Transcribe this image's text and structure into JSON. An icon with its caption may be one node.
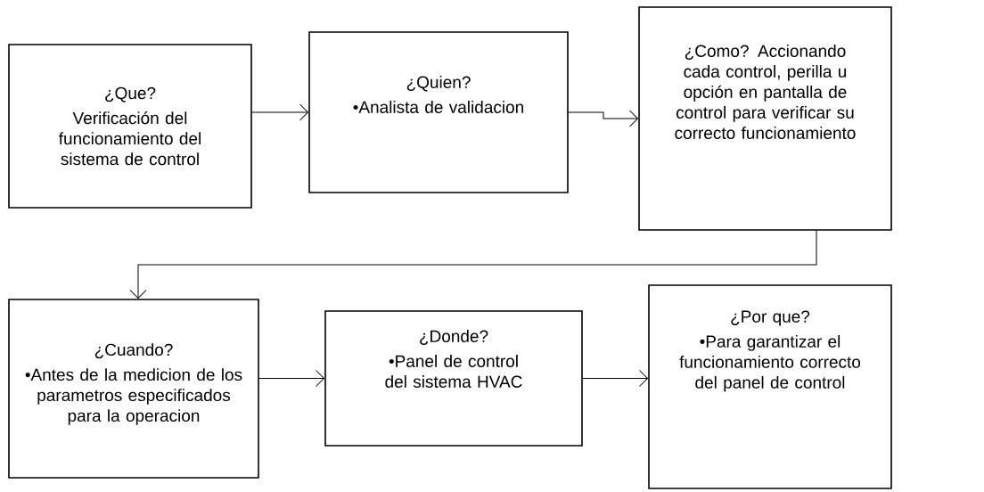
{
  "diagram": {
    "nodes": [
      {
        "text": [
          "¿Que?",
          "Verificación del funcionamiento del sistema de control"
        ]
      },
      {
        "text": [
          "¿Quien?",
          "•Analista de validacion"
        ]
      },
      {
        "text": [
          "¿Como? Accionando cada control, perilla u opción en pantalla de control para verificar su correcto funcionamiento"
        ]
      },
      {
        "text": [
          "¿Cuando?",
          "•Antes de la medicion de los parametros especificados para la operacion"
        ]
      },
      {
        "text": [
          "¿Donde?",
          "•Panel de control del sistema HVAC"
        ]
      },
      {
        "text": [
          "¿Por que?",
          "•Para garantizar el funcionamiento correcto del panel de control"
        ]
      }
    ],
    "edges": [
      {
        "from": 0,
        "to": 1,
        "arrow": "to"
      },
      {
        "from": 1,
        "to": 2,
        "arrow": "to"
      },
      {
        "from": 2,
        "to": 3,
        "arrow": "to"
      },
      {
        "from": 3,
        "to": 4,
        "arrow": "to"
      },
      {
        "from": 4,
        "to": 5,
        "arrow": "to"
      }
    ]
  }
}
